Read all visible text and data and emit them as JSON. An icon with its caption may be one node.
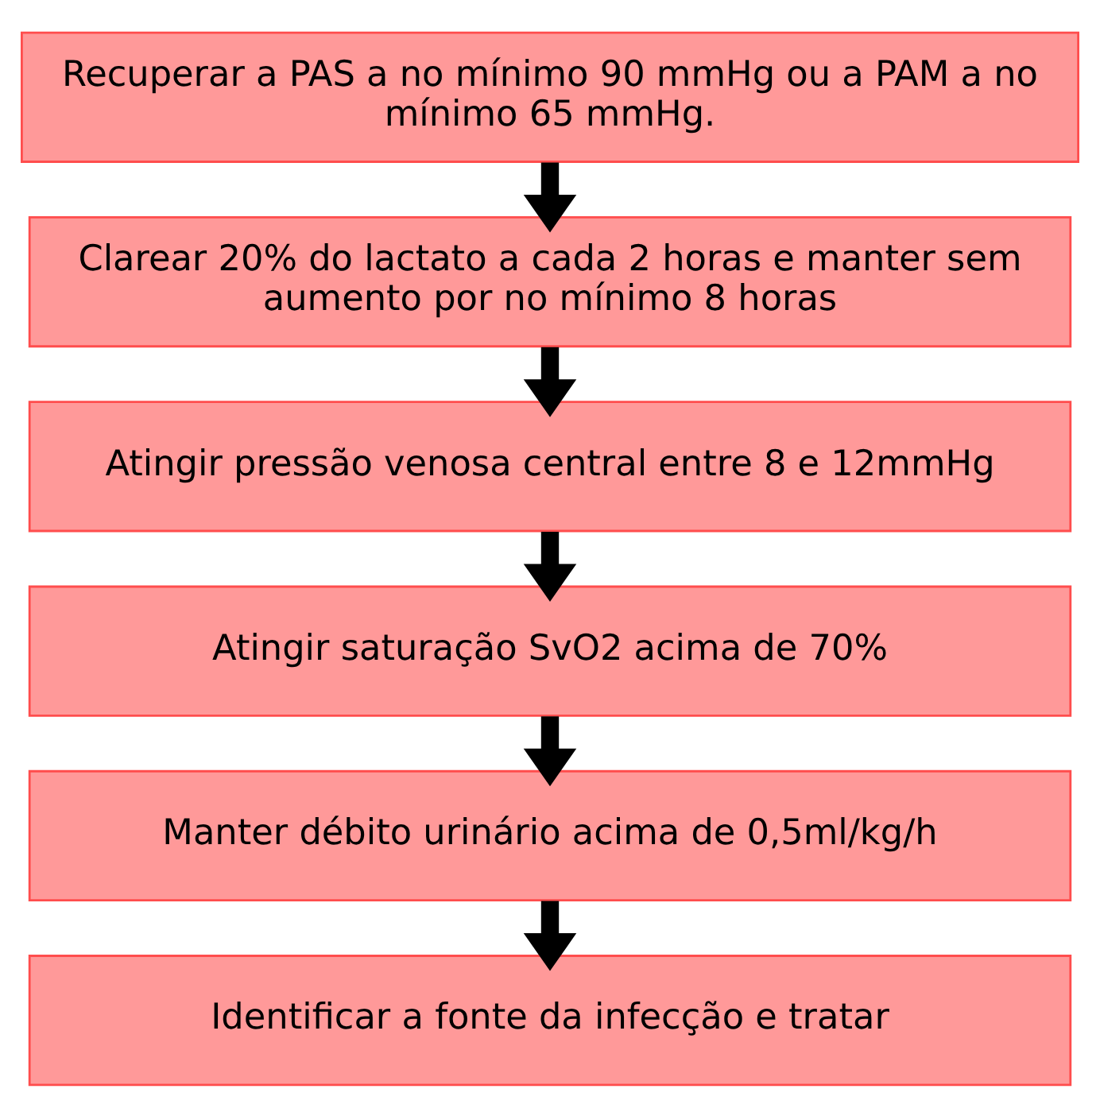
{
  "diagram": {
    "nodes": [
      {
        "text": [
          "Recuperar a PAS a no mínimo 90 mmHg ou a PAM a no mínimo 65 mmHg."
        ]
      },
      {
        "text": [
          "Clarear 20% do lactato a cada 2 horas e manter sem aumento por no mínimo 8 horas"
        ]
      },
      {
        "text": [
          "Atingir pressão venosa central entre 8 e 12mmHg"
        ]
      },
      {
        "text": [
          "Atingir saturação SvO2 acima de 70%"
        ]
      },
      {
        "text": [
          "Manter débito urinário acima de 0,5ml/kg/h"
        ]
      },
      {
        "text": [
          "Identificar a fonte da infecção e tratar"
        ]
      }
    ],
    "edges": [
      {
        "from": 0,
        "to": 1,
        "arrow": "to"
      },
      {
        "from": 1,
        "to": 2,
        "arrow": "to"
      },
      {
        "from": 2,
        "to": 3,
        "arrow": "to"
      },
      {
        "from": 3,
        "to": 4,
        "arrow": "to"
      },
      {
        "from": 4,
        "to": 5,
        "arrow": "to"
      }
    ]
  }
}
